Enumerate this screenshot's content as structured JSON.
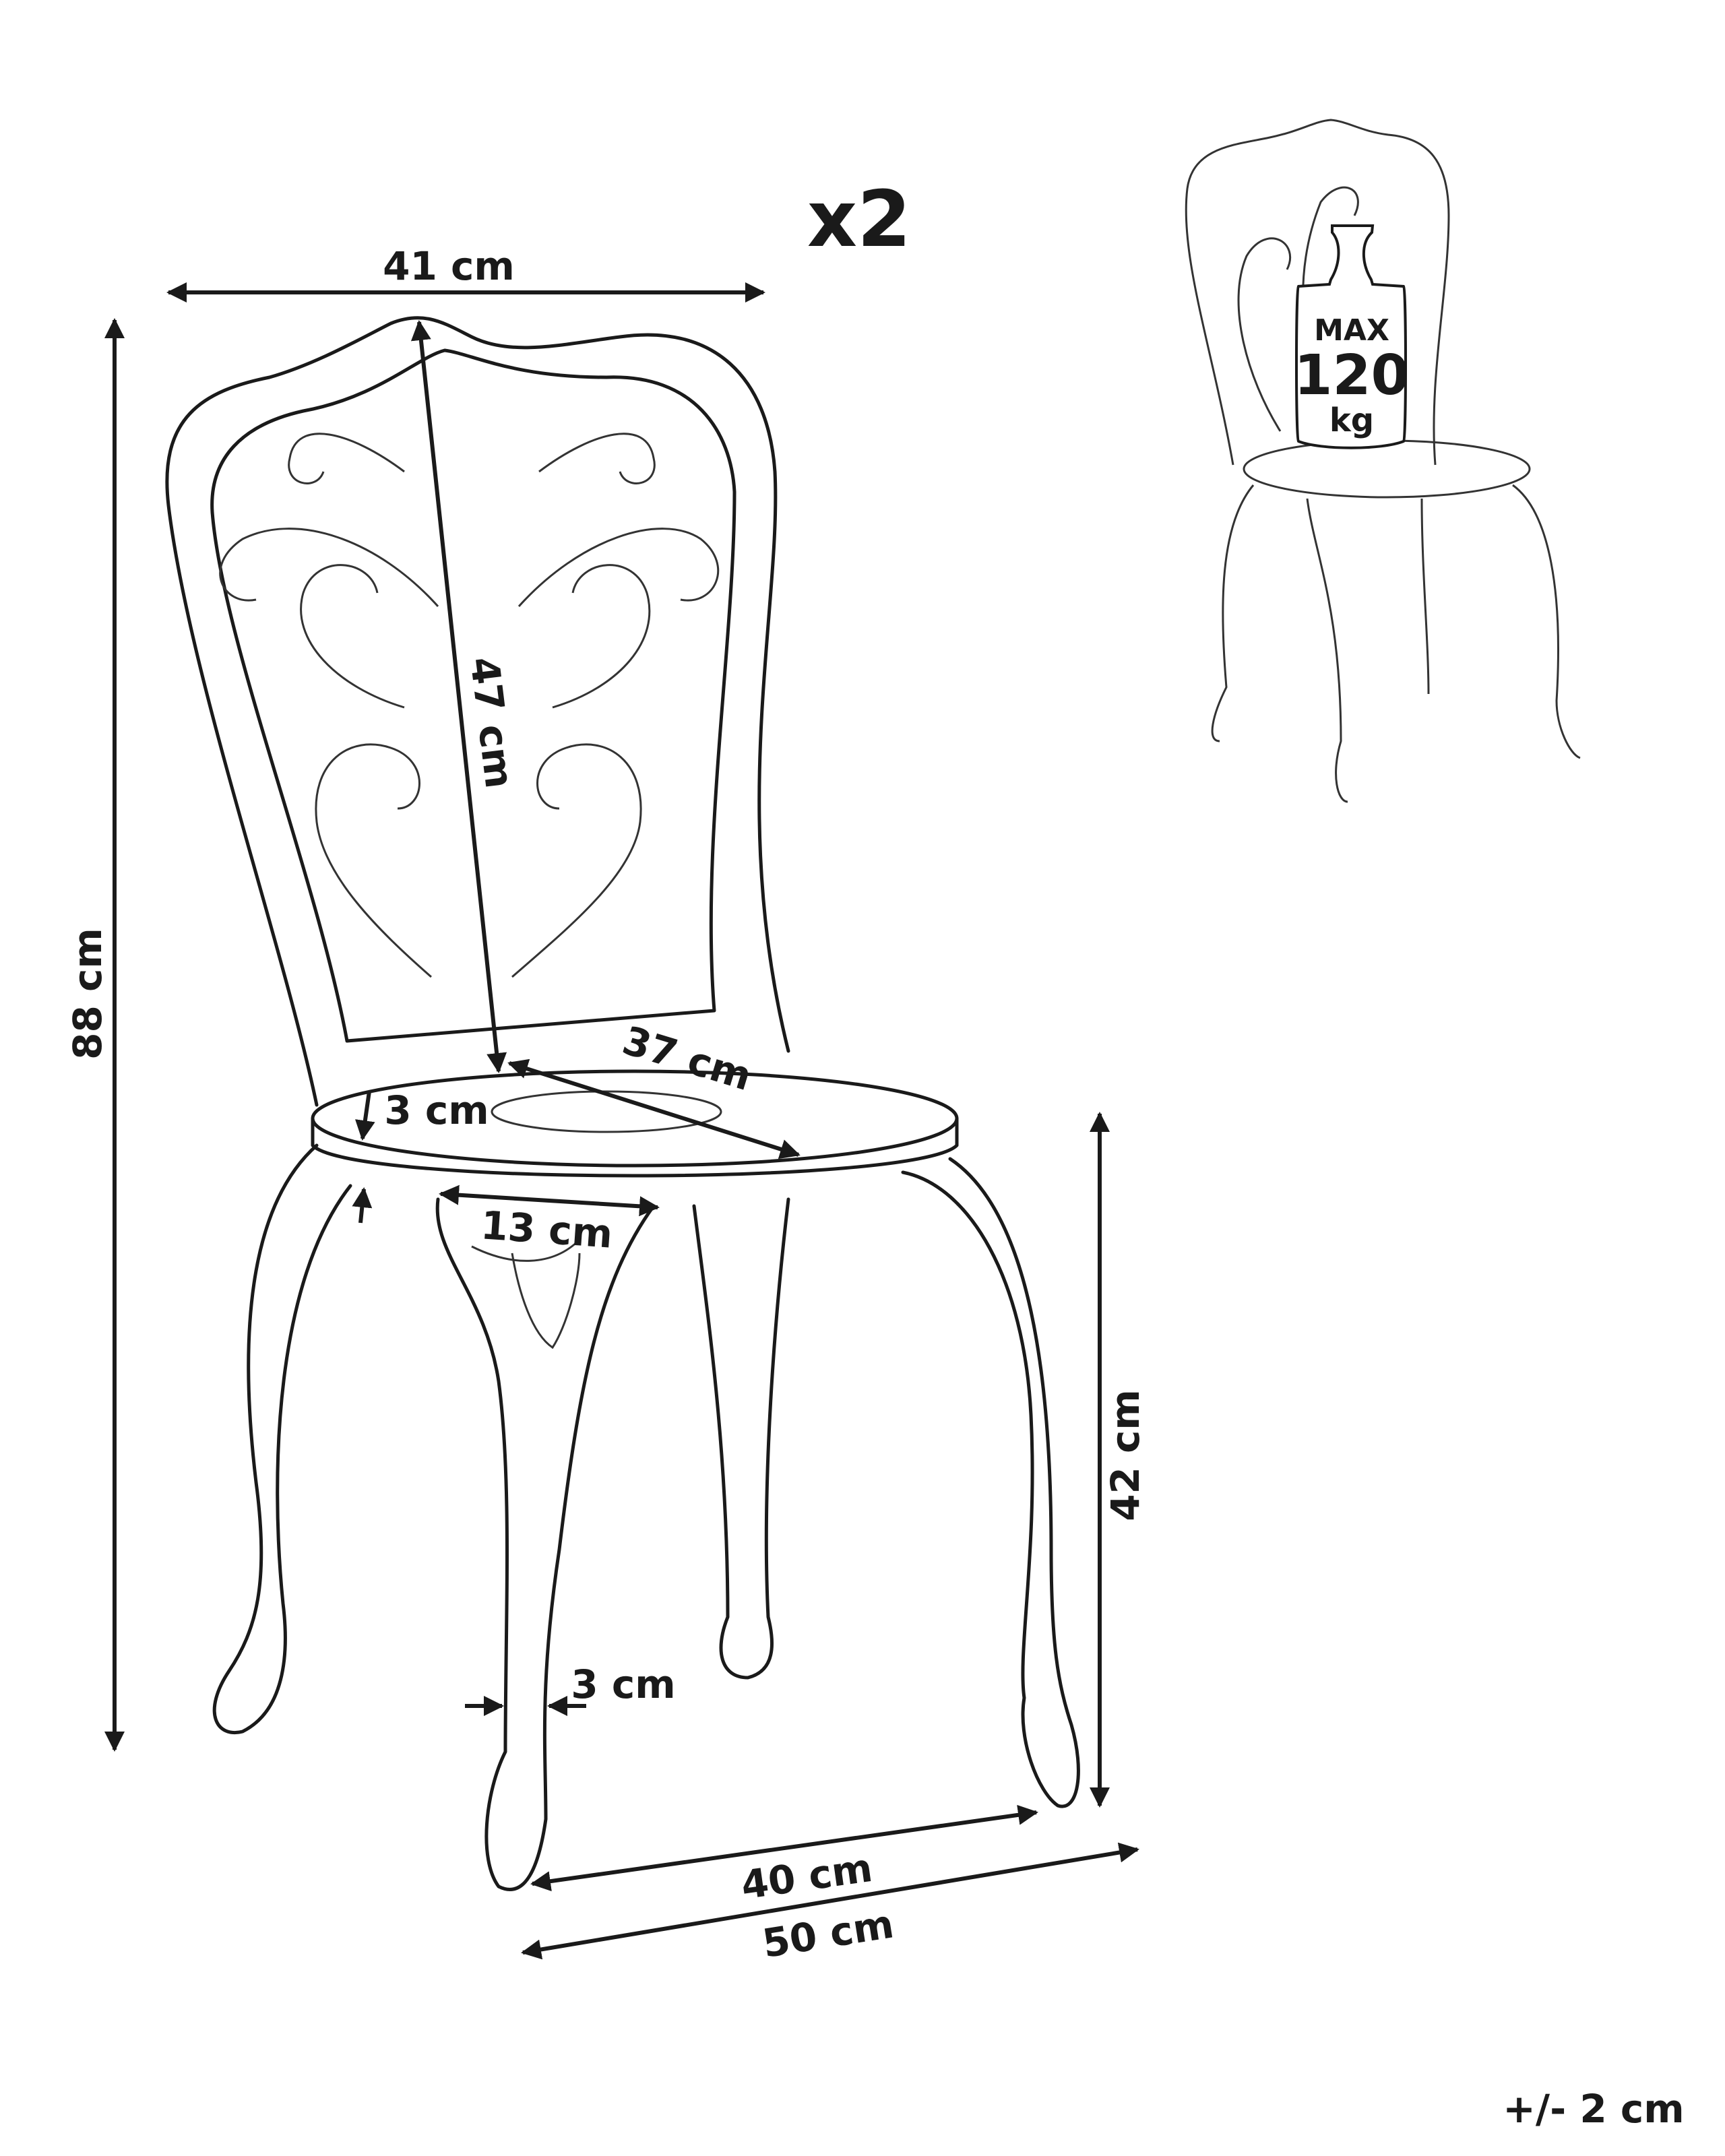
{
  "quantity": "x2",
  "tolerance": "+/- 2 cm",
  "dimensions": {
    "width": "41 cm",
    "height": "88 cm",
    "backrest_height": "47 cm",
    "seat_depth": "37 cm",
    "seat_thickness": "3 cm",
    "apron_width": "13 cm",
    "seat_height": "42 cm",
    "leg_width": "3 cm",
    "leg_span": "40 cm",
    "base_depth": "50 cm"
  },
  "max_load": {
    "label": "MAX",
    "value": "120",
    "unit": "kg"
  }
}
